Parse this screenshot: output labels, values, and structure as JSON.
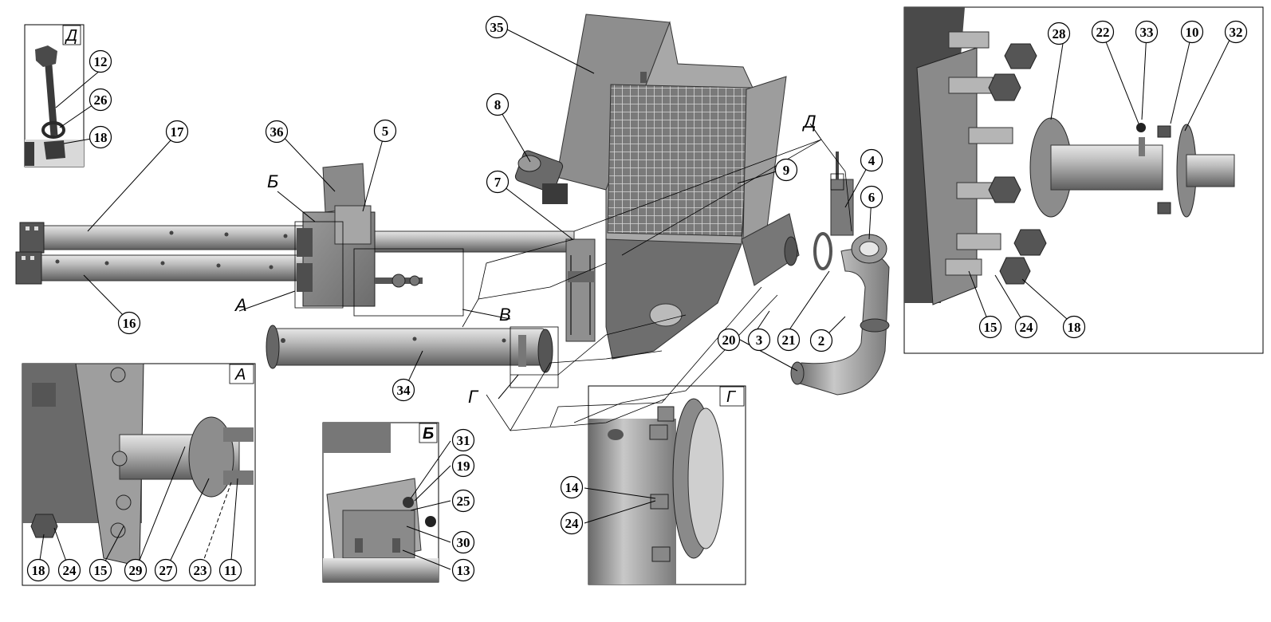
{
  "figure": {
    "view_labels": {
      "A": "А",
      "B": "Б",
      "V": "В",
      "G": "Г",
      "D": "Д"
    },
    "callouts": {
      "n2": "2",
      "n3": "3",
      "n4": "4",
      "n5": "5",
      "n6": "6",
      "n7": "7",
      "n8": "8",
      "n9": "9",
      "n10": "10",
      "n11": "11",
      "n12": "12",
      "n13": "13",
      "n14": "14",
      "n15": "15",
      "n16": "16",
      "n17": "17",
      "n18": "18",
      "n19": "19",
      "n20": "20",
      "n21": "21",
      "n22": "22",
      "n23": "23",
      "n24": "24",
      "n25": "25",
      "n26": "26",
      "n27": "27",
      "n28": "28",
      "n29": "29",
      "n30": "30",
      "n31": "31",
      "n32": "32",
      "n33": "33",
      "n34": "34",
      "n35": "35",
      "n36": "36"
    },
    "colors": {
      "metal_dark": "#5a5a5a",
      "metal_mid": "#8c8c8c",
      "metal_light": "#cfcfcf",
      "line": "#000000",
      "background": "#ffffff"
    }
  }
}
